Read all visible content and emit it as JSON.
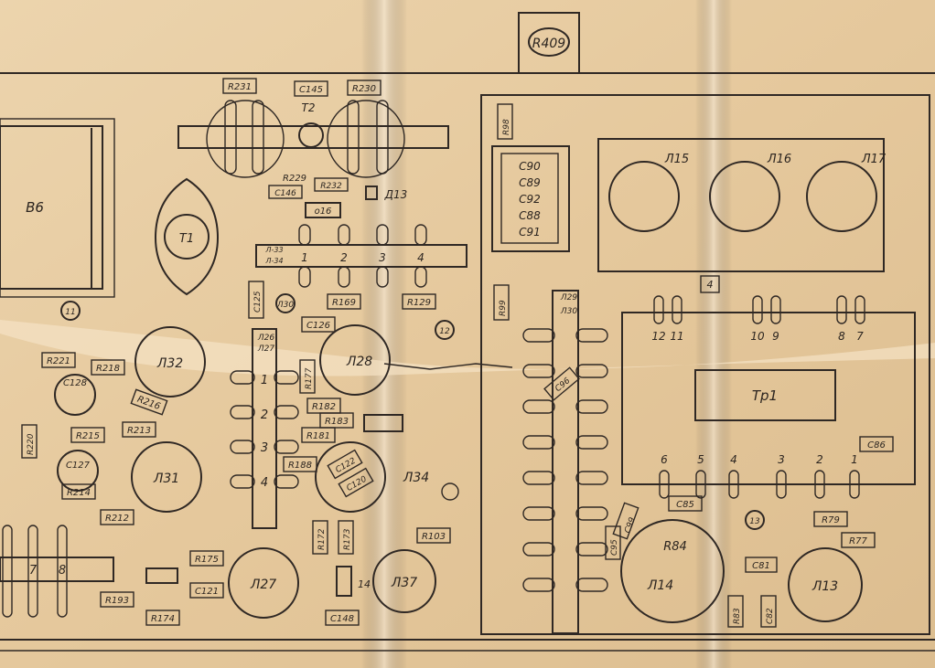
{
  "labels": {
    "R409": "R409",
    "R231": "R231",
    "C145": "C145",
    "R230": "R230",
    "T2": "T2",
    "R229": "R229",
    "C146": "C146",
    "R232": "R232",
    "D13": "Д13",
    "o16": "o16",
    "B6": "B6",
    "T1": "T1",
    "L33": "Л-33",
    "L34": "Л-34",
    "C125": "C125",
    "L30": "Л30",
    "R169": "R169",
    "R129": "R129",
    "C126": "C126",
    "n11": "11",
    "n12": "12",
    "R98": "R98",
    "C90": "C90",
    "C89": "C89",
    "C92": "C92",
    "C88": "C88",
    "C91": "C91",
    "L15": "Л15",
    "L16": "Л16",
    "L17": "Л17",
    "n4box": "4",
    "R99": "R99",
    "L29": "Л29",
    "L30b": "Л30",
    "p12": "12",
    "p11": "11",
    "p10": "10",
    "p9": "9",
    "p8": "8",
    "p7": "7",
    "C96": "C96",
    "Tr1": "Tр1",
    "C86": "C86",
    "t6": "6",
    "t5": "5",
    "t4": "4",
    "t3": "3",
    "t2": "2",
    "t1": "1",
    "C85": "C85",
    "n13": "13",
    "R79": "R79",
    "R77": "R77",
    "C99": "C99",
    "C95": "C95",
    "R84": "R84",
    "L14": "Л14",
    "C81": "C81",
    "L13": "Л13",
    "R83": "R83",
    "C82": "C82",
    "R221": "R221",
    "R218": "R218",
    "C128": "C128",
    "L32": "Л32",
    "R216": "R216",
    "R220": "R220",
    "R215": "R215",
    "R213": "R213",
    "C127": "C127",
    "R214": "R214",
    "L31": "Л31",
    "R212": "R212",
    "L26": "Л26",
    "L27": "Л27",
    "L28": "Л28",
    "R182": "R182",
    "R183": "R183",
    "R181": "R181",
    "R188": "R188",
    "C122": "C122",
    "C120": "C120",
    "L34b": "Л34",
    "R175": "R175",
    "C121": "C121",
    "R193": "R193",
    "R174": "R174",
    "L27b": "Л27",
    "R172": "R172",
    "R173": "R173",
    "n14": "14",
    "C148": "C148",
    "R103": "R103",
    "L37": "Л37",
    "s1": "1",
    "s2": "2",
    "s3": "3",
    "s4": "4",
    "h1": "1",
    "h2": "2",
    "h3": "3",
    "h4": "4",
    "b7": "7",
    "b8": "8",
    "R177": "R177"
  }
}
